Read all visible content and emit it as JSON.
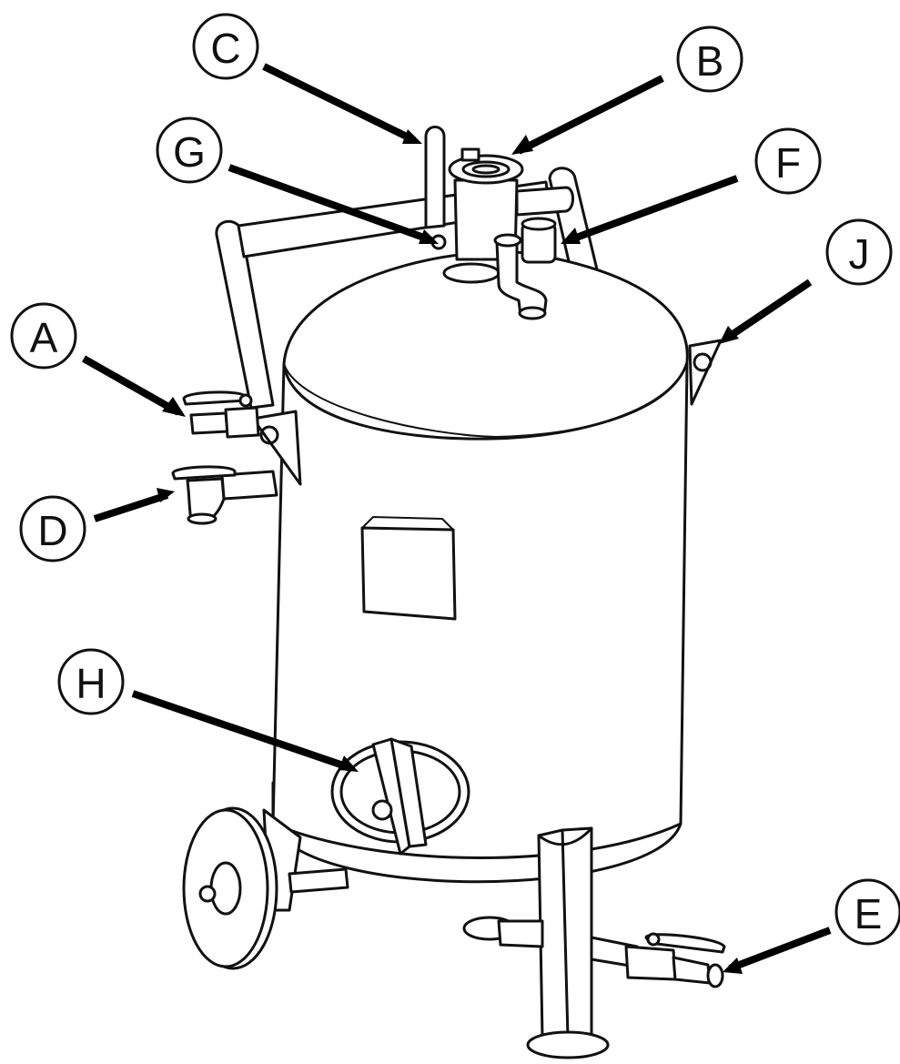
{
  "colors": {
    "ink": "#111111",
    "background": "#ffffff"
  },
  "callouts": [
    {
      "id": "A",
      "label": "A"
    },
    {
      "id": "B",
      "label": "B"
    },
    {
      "id": "C",
      "label": "C"
    },
    {
      "id": "D",
      "label": "D"
    },
    {
      "id": "E",
      "label": "E"
    },
    {
      "id": "F",
      "label": "F"
    },
    {
      "id": "G",
      "label": "G"
    },
    {
      "id": "H",
      "label": "H"
    },
    {
      "id": "J",
      "label": "J"
    }
  ]
}
